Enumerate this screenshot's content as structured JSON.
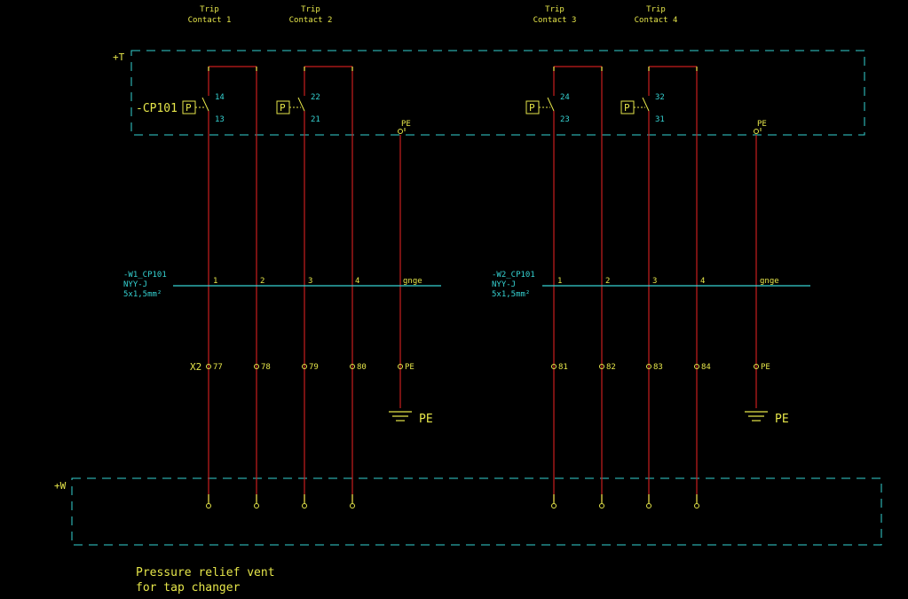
{
  "contacts": [
    {
      "title_line1": "Trip",
      "title_line2": "Contact 1",
      "label_top": "14",
      "label_bottom": "13",
      "sym": "P"
    },
    {
      "title_line1": "Trip",
      "title_line2": "Contact 2",
      "label_top": "22",
      "label_bottom": "21",
      "sym": "P"
    },
    {
      "title_line1": "Trip",
      "title_line2": "Contact 3",
      "label_top": "24",
      "label_bottom": "23",
      "sym": "P"
    },
    {
      "title_line1": "Trip",
      "title_line2": "Contact 4",
      "label_top": "32",
      "label_bottom": "31",
      "sym": "P"
    }
  ],
  "device": {
    "id": "-CP101",
    "location_t": "+T",
    "location_w": "+W",
    "pe_label": "PE"
  },
  "cables": [
    {
      "name": "-W1_CP101",
      "type": "NYY-J",
      "size": "5x1,5mm²",
      "cores": [
        "1",
        "2",
        "3",
        "4",
        "gnge"
      ]
    },
    {
      "name": "-W2_CP101",
      "type": "NYY-J",
      "size": "5x1,5mm²",
      "cores": [
        "1",
        "2",
        "3",
        "4",
        "gnge"
      ]
    }
  ],
  "terminal_strip": {
    "name": "X2",
    "left": [
      "77",
      "78",
      "79",
      "80",
      "PE"
    ],
    "right": [
      "81",
      "82",
      "83",
      "84",
      "PE"
    ]
  },
  "ground_label": "PE",
  "caption": {
    "line1": "Pressure relief vent",
    "line2": "for tap changer"
  },
  "colors": {
    "background": "#000000",
    "wire": "#c81e1e",
    "box": "#35d2d2",
    "text": "#e6e64a",
    "cyan_text": "#35d2d2"
  }
}
